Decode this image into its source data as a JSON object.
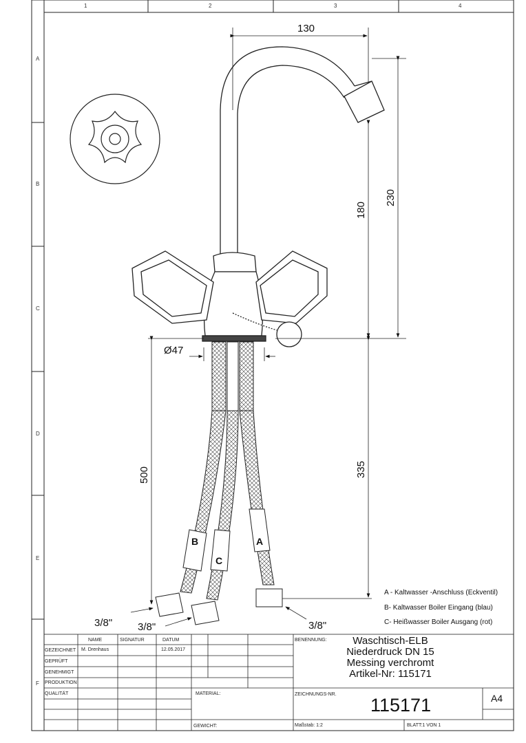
{
  "frame": {
    "columns": [
      "1",
      "2",
      "3",
      "4"
    ],
    "rows": [
      "A",
      "B",
      "C",
      "D",
      "E",
      "F"
    ]
  },
  "dimensions": {
    "spout_reach": "130",
    "total_height": "230",
    "spout_height": "180",
    "base_diameter": "Ø47",
    "hose_length": "335",
    "hose_total": "500",
    "thread_b": "3/8\"",
    "thread_c": "3/8\"",
    "thread_a": "3/8\""
  },
  "hose_labels": {
    "a": "A",
    "b": "B",
    "c": "C"
  },
  "legend": [
    "A - Kaltwasser -Anschluss (Eckventil)",
    "B-   Kaltwasser Boiler Eingang (blau)",
    "C-  Heißwasser Boiler Ausgang (rot)"
  ],
  "title_block": {
    "headers": {
      "name": "NAME",
      "signatur": "SIGNATUR",
      "datum": "DATUM"
    },
    "row_labels": [
      "GEZEICHNET",
      "GEPRÜFT",
      "GENEHMIGT",
      "PRODUKTION",
      "QUALITÄT"
    ],
    "drawn_by": "M. Drenhaus",
    "drawn_date": "12.05.2017",
    "material_label": "MATERIAL:",
    "weight_label": "GEWICHT:",
    "benennung_label": "BENENNUNG:",
    "benennung": [
      "Waschtisch-ELB",
      "Niederdruck DN 15",
      "Messing verchromt",
      "Artikel-Nr: 115171"
    ],
    "drawing_no_label": "ZEICHNUNGS-NR.",
    "drawing_no": "115171",
    "format": "A4",
    "scale": "Maßstab: 1:2",
    "sheet": "BLATT:1 VON 1"
  }
}
